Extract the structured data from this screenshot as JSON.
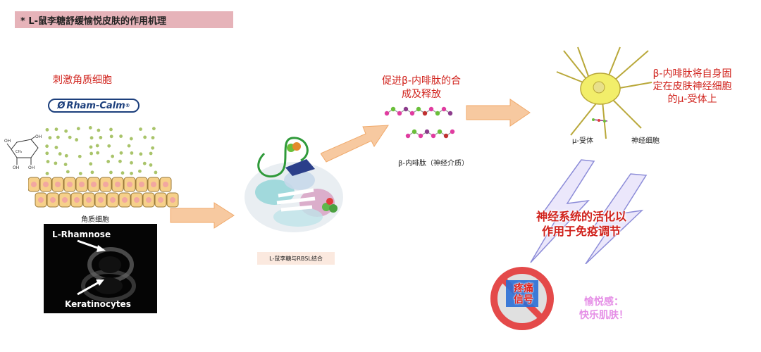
{
  "title": "* L-鼠李糖舒缓愉悦皮肤的作用机理",
  "step1_label": "刺激角质细胞",
  "brand": {
    "name": "Rham-Calm",
    "mark": "®"
  },
  "molecule": {
    "substituent": "CH₃",
    "oh_label": "OH"
  },
  "keratinocyte_label": "角质细胞",
  "micrograph": {
    "label_top": "L-Rhamnose",
    "label_bottom": "Keratinocytes"
  },
  "binding_label": "L-鼠李糖与RBSL结合",
  "promote_label": [
    "促进β-内啡肽的合",
    "成及释放"
  ],
  "endorphin_label": "β-内啡肽（神经介质）",
  "receptor_label": [
    "β-内啡肽将自身固",
    "定在皮肤神经细胞",
    "的μ-受体上"
  ],
  "mu_receptor_label": "μ-受体",
  "nerve_cell_label": "神经细胞",
  "nervous_system_label": [
    "神经系统的活化以",
    "作用于免疫调节"
  ],
  "pain_signal": [
    "疼痛",
    "信号"
  ],
  "pleasure_label": [
    "愉悦感：",
    "快乐肌肤！"
  ],
  "colors": {
    "title_bg": "#e6b3b9",
    "accent_red": "#d0201a",
    "arrow": "#f7c9a0",
    "pink_text": "#e58ee6",
    "neuron": "#f2ee6a",
    "brand_blue": "#1c3f7c"
  }
}
